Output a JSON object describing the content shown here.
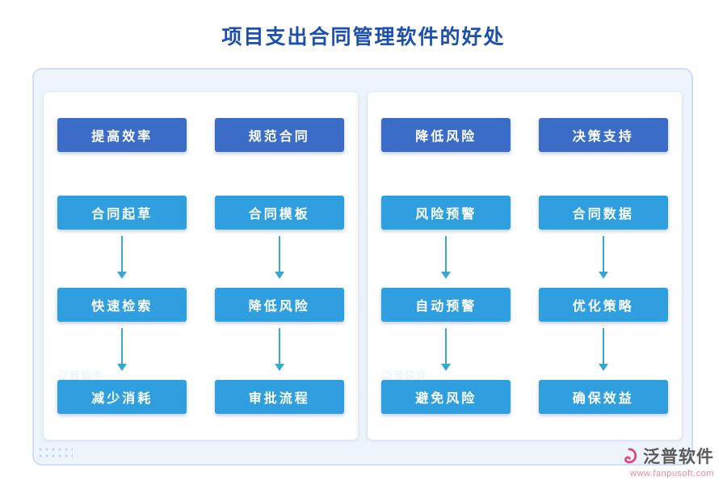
{
  "title": "项目支出合同管理软件的好处",
  "panels": [
    {
      "columns": [
        {
          "header": "提高效率",
          "steps": [
            "合同起草",
            "快速检索",
            "减少消耗"
          ]
        },
        {
          "header": "规范合同",
          "steps": [
            "合同模板",
            "降低风险",
            "审批流程"
          ]
        }
      ]
    },
    {
      "columns": [
        {
          "header": "降低风险",
          "steps": [
            "风险预警",
            "自动预警",
            "避免风险"
          ]
        },
        {
          "header": "决策支持",
          "steps": [
            "合同数据",
            "优化策略",
            "确保效益"
          ]
        }
      ]
    }
  ],
  "watermark": "泛普软件",
  "footer": {
    "brand": "泛普软件",
    "website": "www.fanpusoft.com"
  },
  "colors": {
    "title": "#1c4fae",
    "header_box": "#3b6cc7",
    "step_box": "#2f9fdf",
    "arrow": "#39a6d4",
    "board_bg": "#eef4fb",
    "board_border": "#cfe0f4",
    "brand_pink": "#e0457b"
  }
}
